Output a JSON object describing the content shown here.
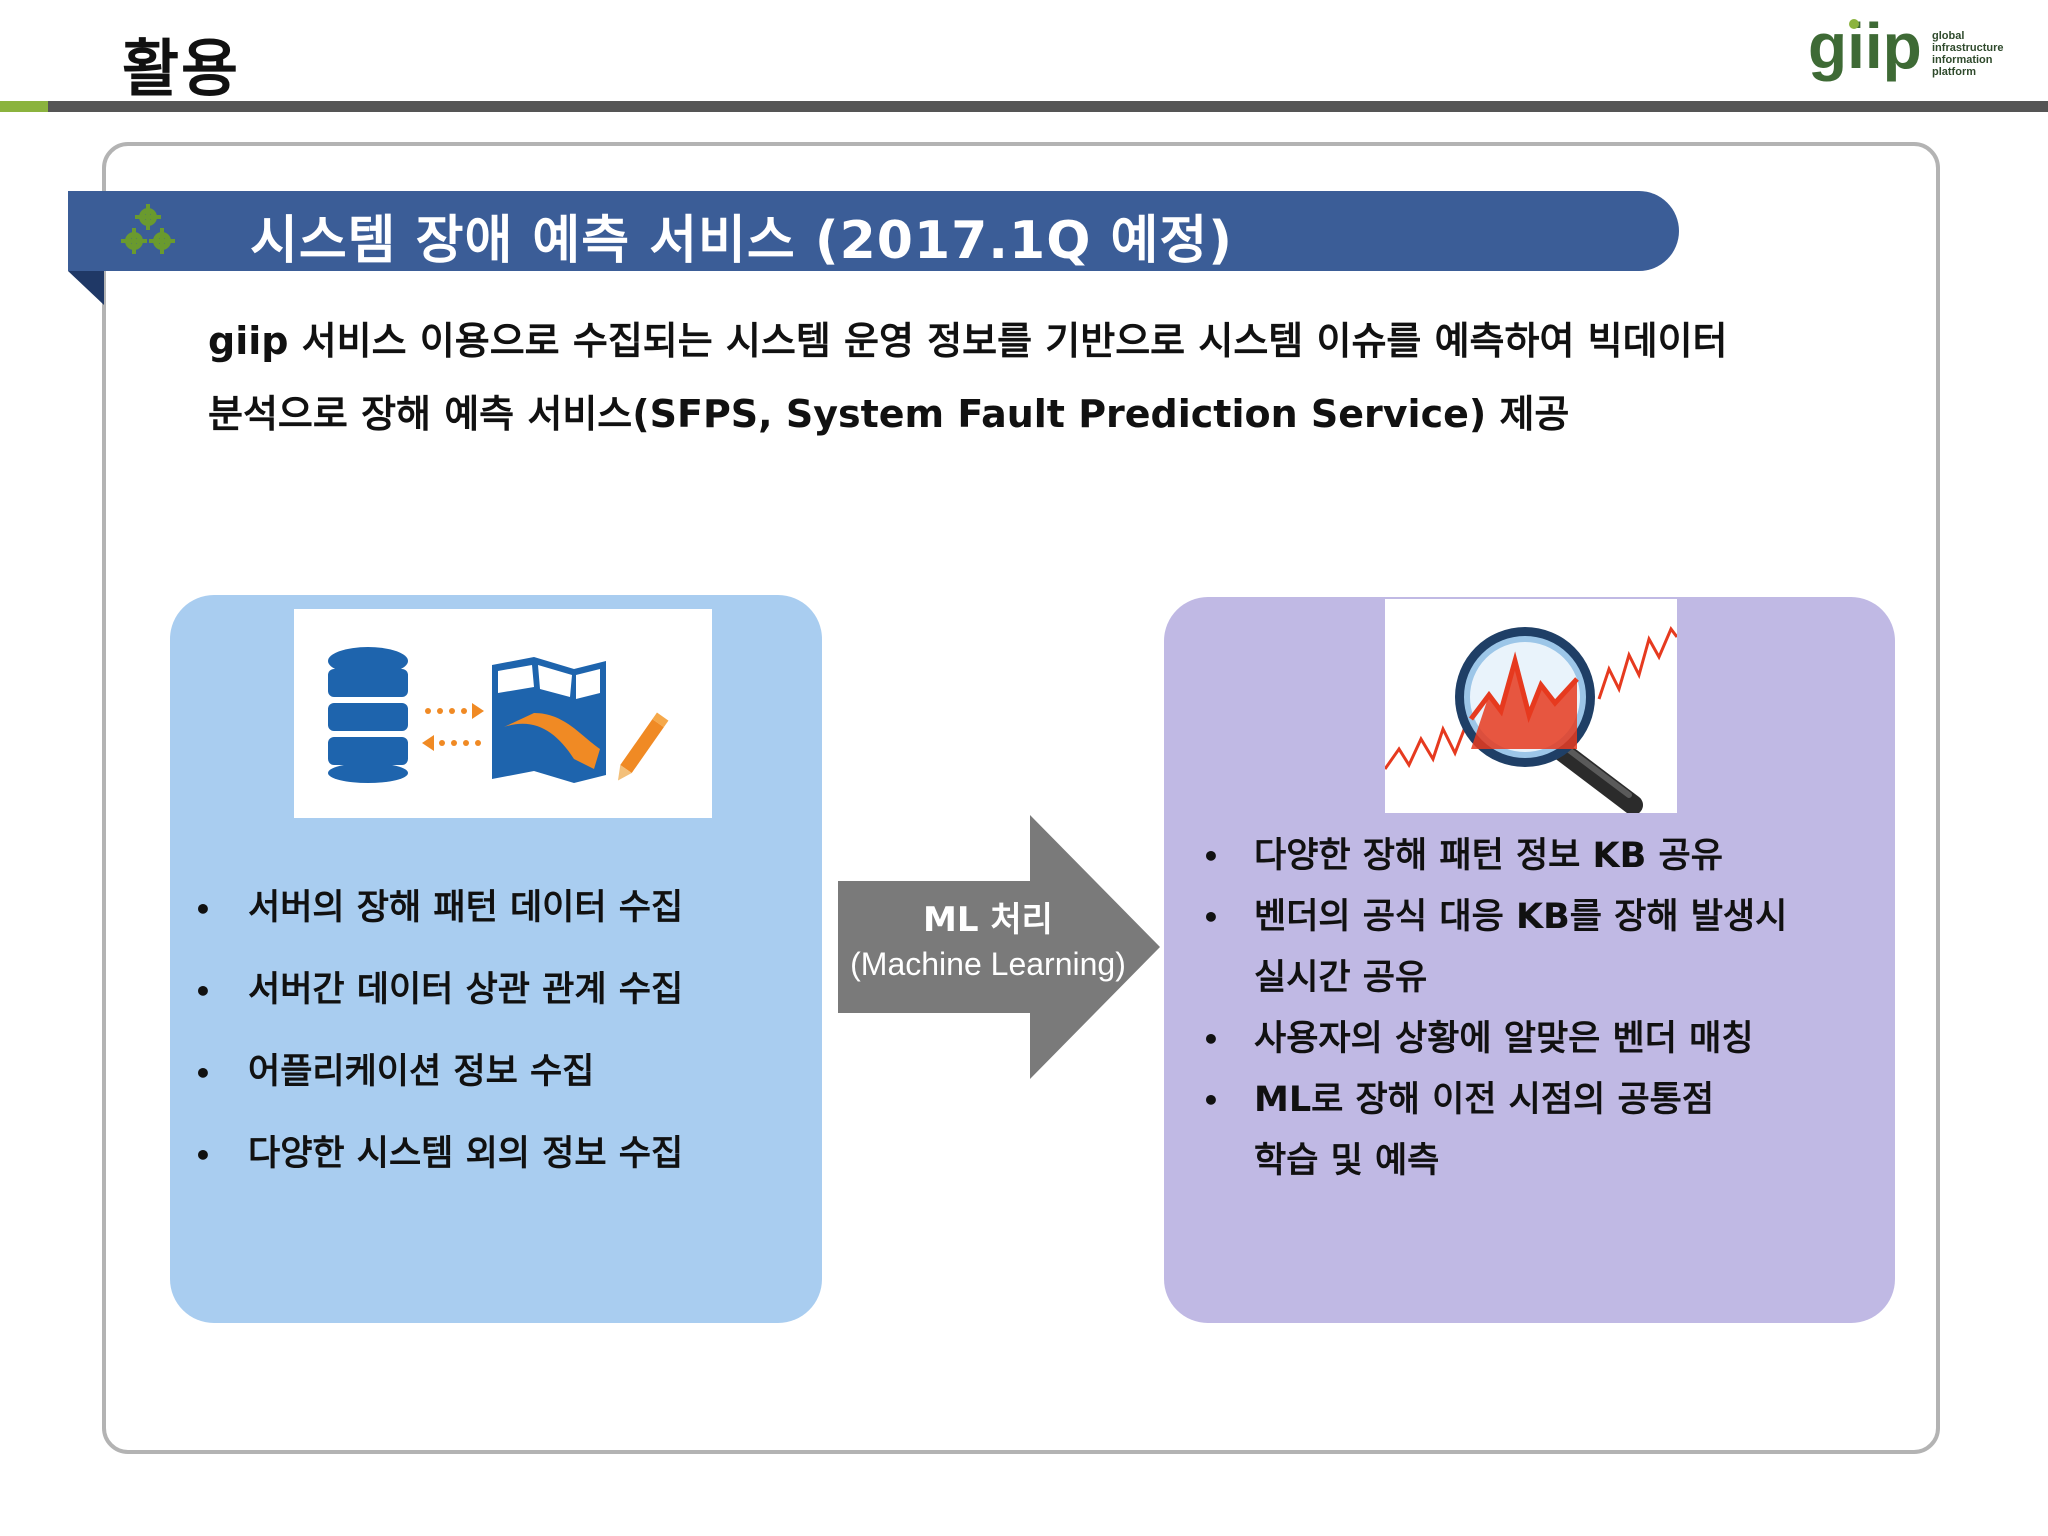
{
  "header": {
    "title": "활용",
    "logo_mark": "giip",
    "logo_words": [
      "global",
      "infrastructure",
      "information",
      "platform"
    ]
  },
  "section": {
    "title": "시스템 장애 예측 서비스 (2017.1Q 예정)",
    "description_lines": [
      "giip 서비스 이용으로 수집되는 시스템 운영 정보를 기반으로 시스템 이슈를 예측하여 빅데이터",
      "분석으로 장해 예측 서비스(SFPS, System Fault Prediction Service) 제공"
    ]
  },
  "left_panel": {
    "image_icon": "database-transfer-map-icon",
    "bullets": [
      "서버의 장해 패턴 데이터 수집",
      "서버간 데이터 상관 관계 수집",
      "어플리케이션 정보 수집",
      "다양한 시스템 외의 정보 수집"
    ]
  },
  "arrow": {
    "line1": "ML 처리",
    "line2": "(Machine Learning)"
  },
  "right_panel": {
    "image_icon": "magnifier-chart-icon",
    "bullets": [
      {
        "lines": [
          "다양한 장해 패턴 정보 KB 공유"
        ]
      },
      {
        "lines": [
          "벤더의 공식 대응 KB를 장해 발생시",
          "실시간 공유"
        ]
      },
      {
        "lines": [
          "사용자의 상황에 알맞은 벤더 매칭"
        ]
      },
      {
        "lines": [
          "ML로 장해 이전 시점의 공통점",
          "학습 및 예측"
        ]
      }
    ]
  },
  "colors": {
    "banner": "#3b5d97",
    "left_panel": "#a9cdf0",
    "right_panel": "#c0b9e4",
    "arrow": "#7a7a7a",
    "accent_green": "#8bb33e"
  }
}
